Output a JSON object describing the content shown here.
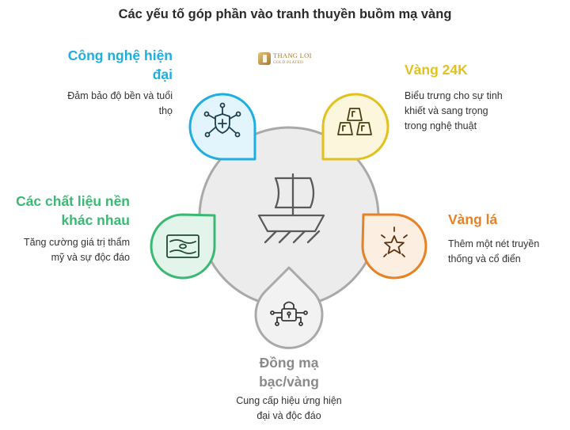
{
  "title": "Các yếu tố góp phần vào tranh thuyền buồm mạ vàng",
  "logo": {
    "name": "THANG LOI",
    "sub": "GOLD PLATED"
  },
  "colors": {
    "blue": "#1eaee0",
    "yellow": "#e2c11e",
    "green": "#3bb974",
    "orange": "#e78124",
    "gray": "#8a8a8a",
    "center": "#ececec"
  },
  "items": [
    {
      "id": "modern-tech",
      "heading_lines": [
        "Công nghệ hiện",
        "đại"
      ],
      "desc_lines": [
        "Đảm bảo độ bền và tuổi",
        "thọ"
      ],
      "icon": "network-shield-icon"
    },
    {
      "id": "gold-24k",
      "heading_lines": [
        "Vàng 24K"
      ],
      "desc_lines": [
        "Biểu trưng cho sự tinh",
        "khiết và sang trọng",
        "trong nghệ thuật"
      ],
      "icon": "gold-bars-icon"
    },
    {
      "id": "materials",
      "heading_lines": [
        "Các chất liệu nền",
        "khác nhau"
      ],
      "desc_lines": [
        "Tăng cường giá trị thẩm",
        "mỹ và sự độc đáo"
      ],
      "icon": "fabric-canvas-icon"
    },
    {
      "id": "gold-leaf",
      "heading_lines": [
        "Vàng lá"
      ],
      "desc_lines": [
        "Thêm một nét truyền",
        "thống và cổ điển"
      ],
      "icon": "sparkle-star-icon"
    },
    {
      "id": "plating",
      "heading_lines": [
        "Đồng mạ",
        "bạc/vàng"
      ],
      "desc_lines": [
        "Cung cấp hiệu ứng hiện",
        "đại và độc đáo"
      ],
      "icon": "circuit-lock-icon"
    }
  ],
  "center_icon": "sailboat-icon"
}
